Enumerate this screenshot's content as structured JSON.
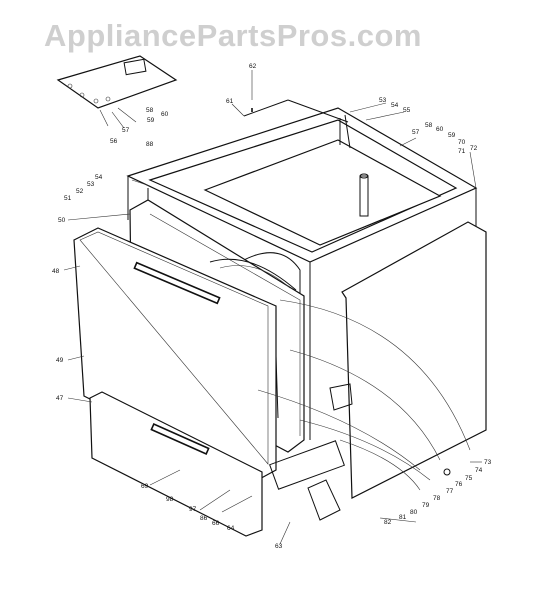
{
  "watermark": "AppliancePartsPros.com",
  "labels": [
    {
      "id": "62",
      "text": "62"
    },
    {
      "id": "61",
      "text": "61"
    },
    {
      "id": "53",
      "text": "53"
    },
    {
      "id": "54",
      "text": "54"
    },
    {
      "id": "55",
      "text": "55"
    },
    {
      "id": "58a",
      "text": "58"
    },
    {
      "id": "60a",
      "text": "60"
    },
    {
      "id": "59a",
      "text": "59"
    },
    {
      "id": "57a",
      "text": "57"
    },
    {
      "id": "56",
      "text": "56"
    },
    {
      "id": "88",
      "text": "88"
    },
    {
      "id": "58b",
      "text": "58"
    },
    {
      "id": "60b",
      "text": "60"
    },
    {
      "id": "57b",
      "text": "57"
    },
    {
      "id": "59b",
      "text": "59"
    },
    {
      "id": "70",
      "text": "70"
    },
    {
      "id": "71",
      "text": "71"
    },
    {
      "id": "72",
      "text": "72"
    },
    {
      "id": "54b",
      "text": "54"
    },
    {
      "id": "53b",
      "text": "53"
    },
    {
      "id": "52",
      "text": "52"
    },
    {
      "id": "51",
      "text": "51"
    },
    {
      "id": "50",
      "text": "50"
    },
    {
      "id": "48",
      "text": "48"
    },
    {
      "id": "49",
      "text": "49"
    },
    {
      "id": "47",
      "text": "47"
    },
    {
      "id": "69",
      "text": "69"
    },
    {
      "id": "98",
      "text": "98"
    },
    {
      "id": "97",
      "text": "97"
    },
    {
      "id": "86",
      "text": "86"
    },
    {
      "id": "66",
      "text": "66"
    },
    {
      "id": "64",
      "text": "64"
    },
    {
      "id": "63",
      "text": "63"
    },
    {
      "id": "73",
      "text": "73"
    },
    {
      "id": "74",
      "text": "74"
    },
    {
      "id": "75",
      "text": "75"
    },
    {
      "id": "76",
      "text": "76"
    },
    {
      "id": "77",
      "text": "77"
    },
    {
      "id": "78",
      "text": "78"
    },
    {
      "id": "79",
      "text": "79"
    },
    {
      "id": "80",
      "text": "80"
    },
    {
      "id": "81",
      "text": "81"
    },
    {
      "id": "82",
      "text": "82"
    }
  ]
}
